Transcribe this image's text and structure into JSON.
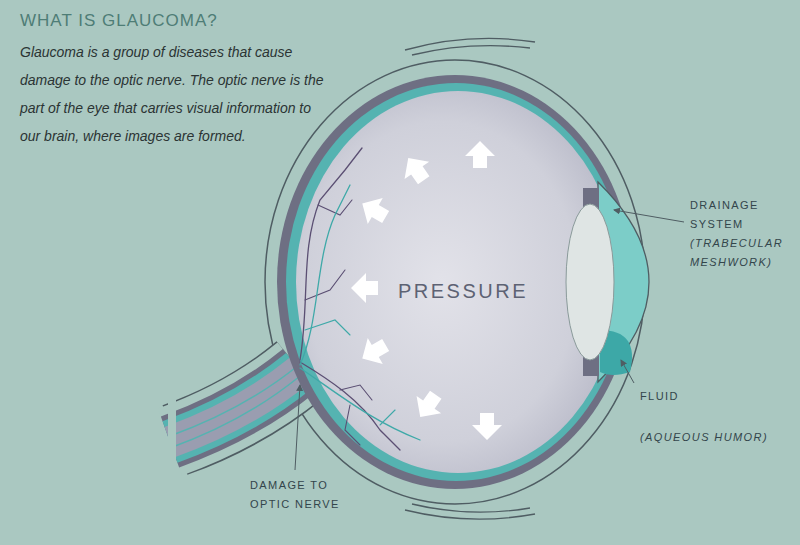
{
  "diagram": {
    "title": "WHAT IS GLAUCOMA?",
    "labels": [
      "Glaucoma is a group of diseases that cause damage to the optic nerve. The optic nerve is the part of the eye that carries visual information to our brain, where images are formed.",
      "PRESSURE",
      "DRAINAGE SYSTEM",
      "(TRABECULAR MESHWORK)",
      "FLUID",
      "(AQUEOUS HUMOR)",
      "DAMAGE TO OPTIC NERVE"
    ]
  }
}
